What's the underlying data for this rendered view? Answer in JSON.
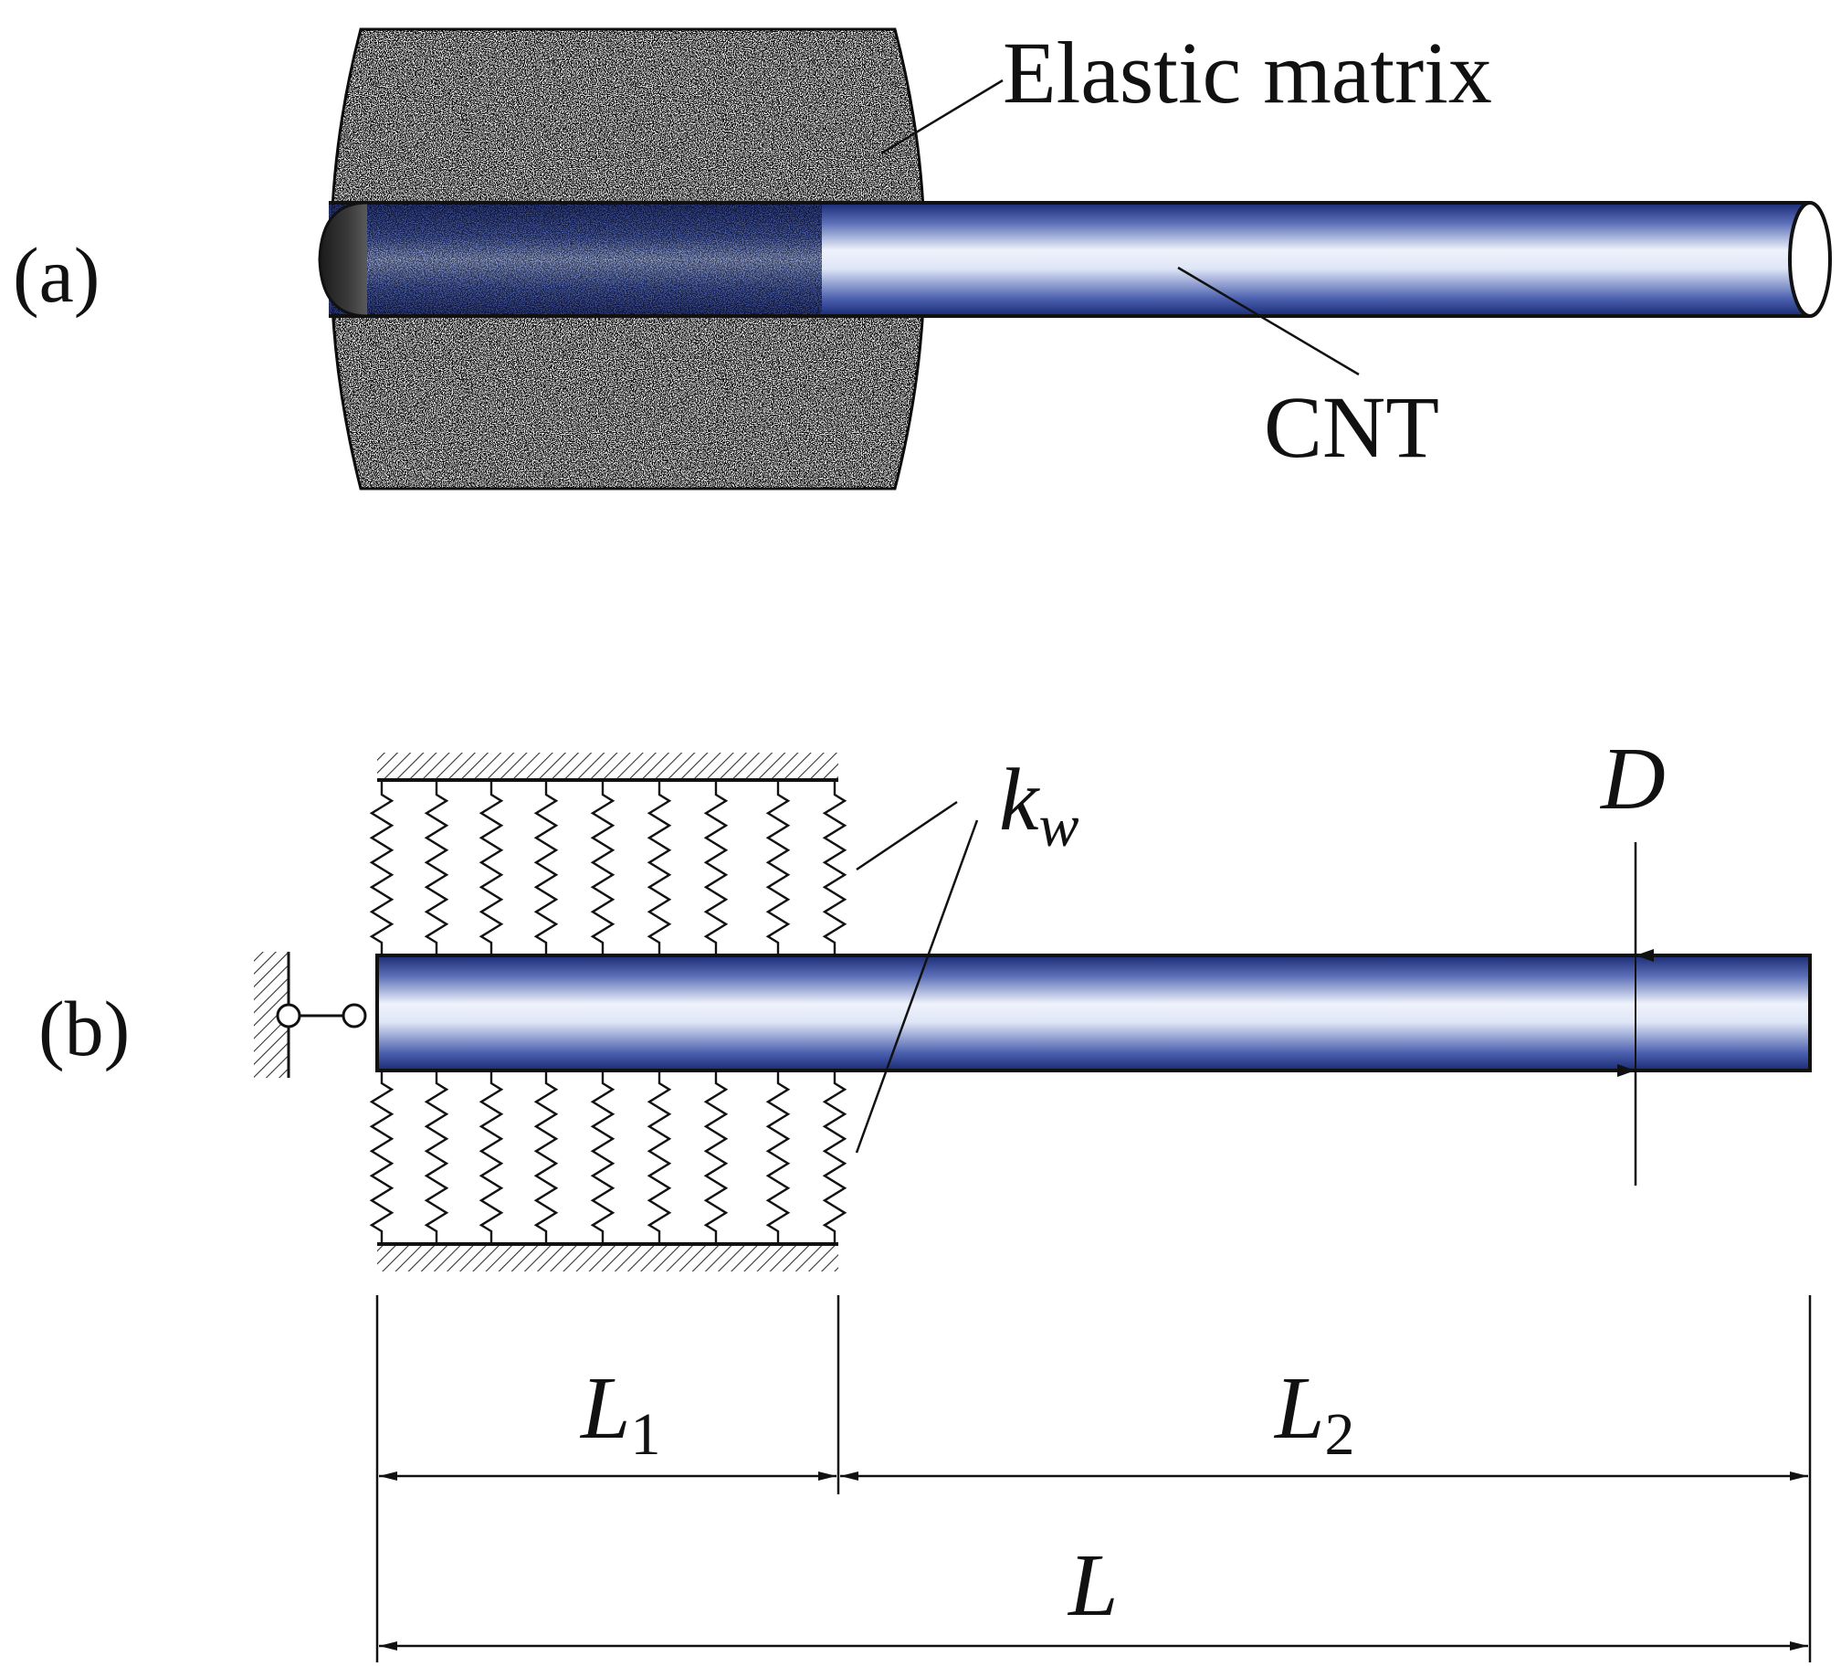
{
  "panel_a": {
    "label": "(a)",
    "matrix_label": "Elastic matrix",
    "cnt_label": "CNT"
  },
  "panel_b": {
    "label": "(b)",
    "spring_symbol": "k",
    "spring_subscript": "w",
    "diameter_symbol": "D",
    "length1_symbol": "L",
    "length1_subscript": "1",
    "length2_symbol": "L",
    "length2_subscript": "2",
    "total_length_symbol": "L"
  },
  "colors": {
    "tube_dark": "#1c2c78",
    "tube_light": "#e9eef9",
    "outline": "#111111",
    "matrix_gray": "#8a8a8a"
  }
}
